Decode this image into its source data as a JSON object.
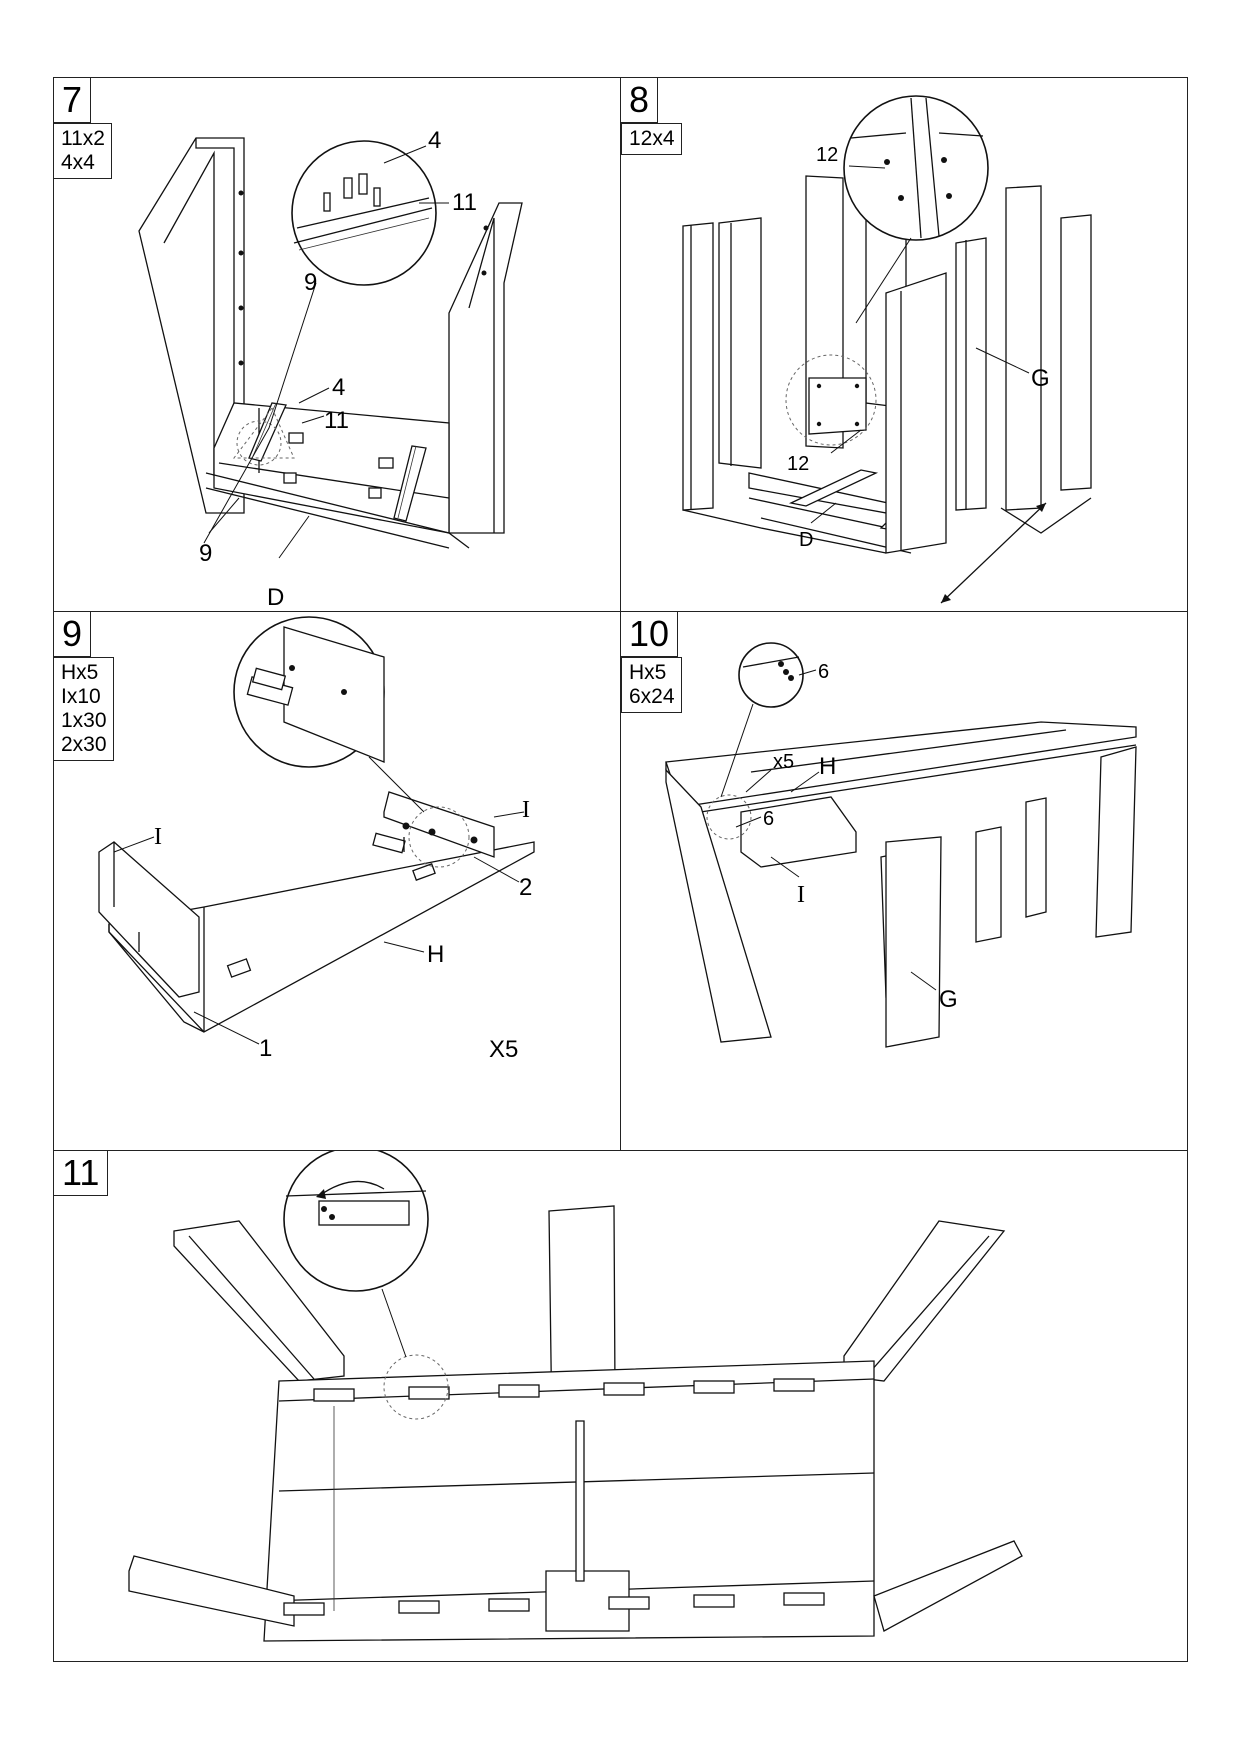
{
  "steps": [
    {
      "number": "7",
      "parts": [
        "11x2",
        "4x4"
      ],
      "labels": {
        "a": "4",
        "b": "11",
        "c": "9",
        "d": "4",
        "e": "11",
        "f": "9",
        "g": "D"
      }
    },
    {
      "number": "8",
      "parts": [
        "12x4"
      ],
      "labels": {
        "a": "12",
        "b": "G",
        "c": "12",
        "d": "D"
      }
    },
    {
      "number": "9",
      "parts": [
        "Hx5",
        "Ix10",
        "1x30",
        "2x30"
      ],
      "labels": {
        "a": "I",
        "b": "I",
        "c": "2",
        "d": "H",
        "e": "1",
        "f": "X5"
      }
    },
    {
      "number": "10",
      "parts": [
        "Hx5",
        "6x24"
      ],
      "labels": {
        "a": "6",
        "b": "x5",
        "c": "H",
        "d": "6",
        "e": "I",
        "f": "G"
      }
    },
    {
      "number": "11",
      "parts": []
    }
  ]
}
